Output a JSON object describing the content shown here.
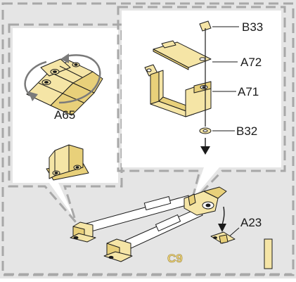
{
  "labels": {
    "b33": "B33",
    "a72": "A72",
    "a71": "A71",
    "b32": "B32",
    "a65": "A65",
    "a23": "A23",
    "c9": "C9"
  },
  "colors": {
    "background": "#e5e5e5",
    "dash": "#a8a8a8",
    "panel": "#ffffff",
    "part_fill": "#f5e5a6",
    "part_fill_dark": "#e8d07a",
    "outline": "#1a1a1a",
    "c9_label": "#ecd178",
    "rotate_arrow": "#7a7a7a"
  },
  "icons": {
    "rotate": "rotate-arrow-icon",
    "down_arrow": "down-arrow-icon"
  }
}
